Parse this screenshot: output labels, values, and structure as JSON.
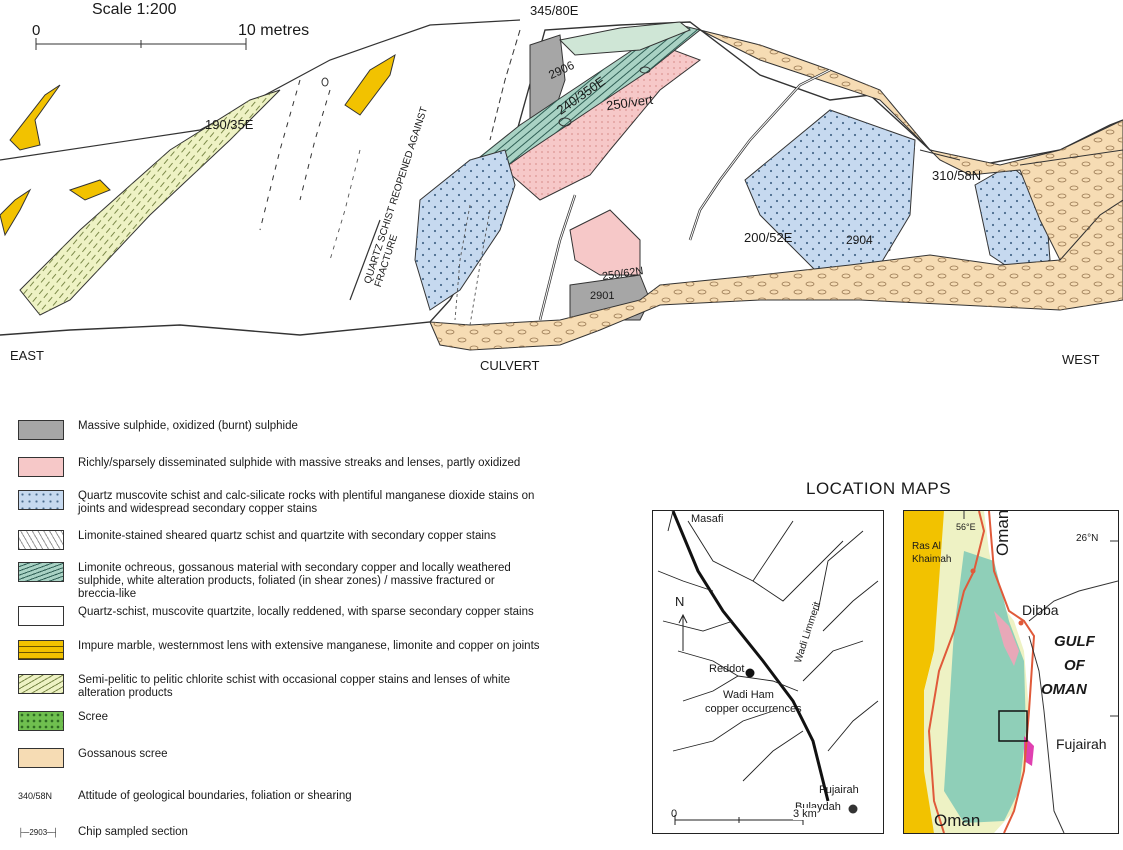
{
  "section": {
    "scale_label": "Scale 1:200",
    "scale_start": "0",
    "scale_end": "10 metres",
    "labels": {
      "east": "EAST",
      "west": "WEST",
      "culvert": "CULVERT",
      "att_345_80E": "345/80E",
      "att_190_35E": "190/35E",
      "att_250_vert": "250/vert",
      "att_240_350E": "240/350E",
      "att_310_58N": "310/58N",
      "att_200_52E": "200/52E",
      "att_250_62N": "250/62N",
      "sample_2906": "2906",
      "sample_2904": "2904",
      "sample_2901": "2901",
      "fracture_text": "QUARTZ SCHIST REOPENED AGAINST FRACTURE"
    }
  },
  "legend": {
    "items": [
      {
        "label": "Massive sulphide, oxidized (burnt) sulphide",
        "color": "#a6a6a6"
      },
      {
        "label": "Richly/sparsely disseminated sulphide with massive streaks and lenses, partly oxidized",
        "color": "#f6c8c8"
      },
      {
        "label": "Quartz muscovite schist and calc-silicate rocks with plentiful manganese dioxide stains on joints and widespread secondary copper stains",
        "color": "#c6d9ef"
      },
      {
        "label": "Limonite-stained sheared quartz schist and quartzite with secondary copper stains",
        "color": "#ffffff"
      },
      {
        "label": "Limonite ochreous, gossanous material with secondary copper and locally weathered sulphide, white alteration products, foliated (in shear zones) / massive fractured or breccia-like",
        "color": "#a9d2c4"
      },
      {
        "label": "Quartz-schist, muscovite quartzite, locally reddened, with sparse secondary copper stains",
        "color": "#ffffff"
      },
      {
        "label": "Impure marble, westernmost lens with extensive manganese, limonite and copper on joints",
        "color": "#f2c200"
      },
      {
        "label": "Semi-pelitic to pelitic chlorite schist with occasional copper stains and lenses of white alteration products",
        "color": "#eef2c4"
      },
      {
        "label": "Scree",
        "color": "#6fbf4f"
      },
      {
        "label": "Gossanous scree",
        "color": "#f6dcb4"
      },
      {
        "label": "Attitude of geological boundaries, foliation or shearing",
        "symbol_text": "340/58N"
      },
      {
        "label": "Chip sampled section",
        "symbol_text": "2903"
      }
    ]
  },
  "location": {
    "title": "LOCATION MAPS",
    "map1": {
      "masafi": "Masafi",
      "north": "N",
      "reddot": "Reddot",
      "wadi_ham_1": "Wadi Ham",
      "wadi_ham_2": "copper occurrences",
      "wadi_limmerit": "Wadi  Limmerit",
      "fujairah": "Fujairah",
      "bulaydah": "Bulaydah",
      "scale_start": "0",
      "scale_end": "3 km"
    },
    "map2": {
      "lon": "56°E",
      "lat": "26°N",
      "ras_al_khaimah_1": "Ras Al",
      "ras_al_khaimah_2": "Khaimah",
      "oman_top": "Oman",
      "dibba": "Dibba",
      "gulf_1": "GULF",
      "gulf_2": "OF",
      "gulf_3": "OMAN",
      "fujairah": "Fujairah",
      "oman_bottom": "Oman"
    }
  }
}
